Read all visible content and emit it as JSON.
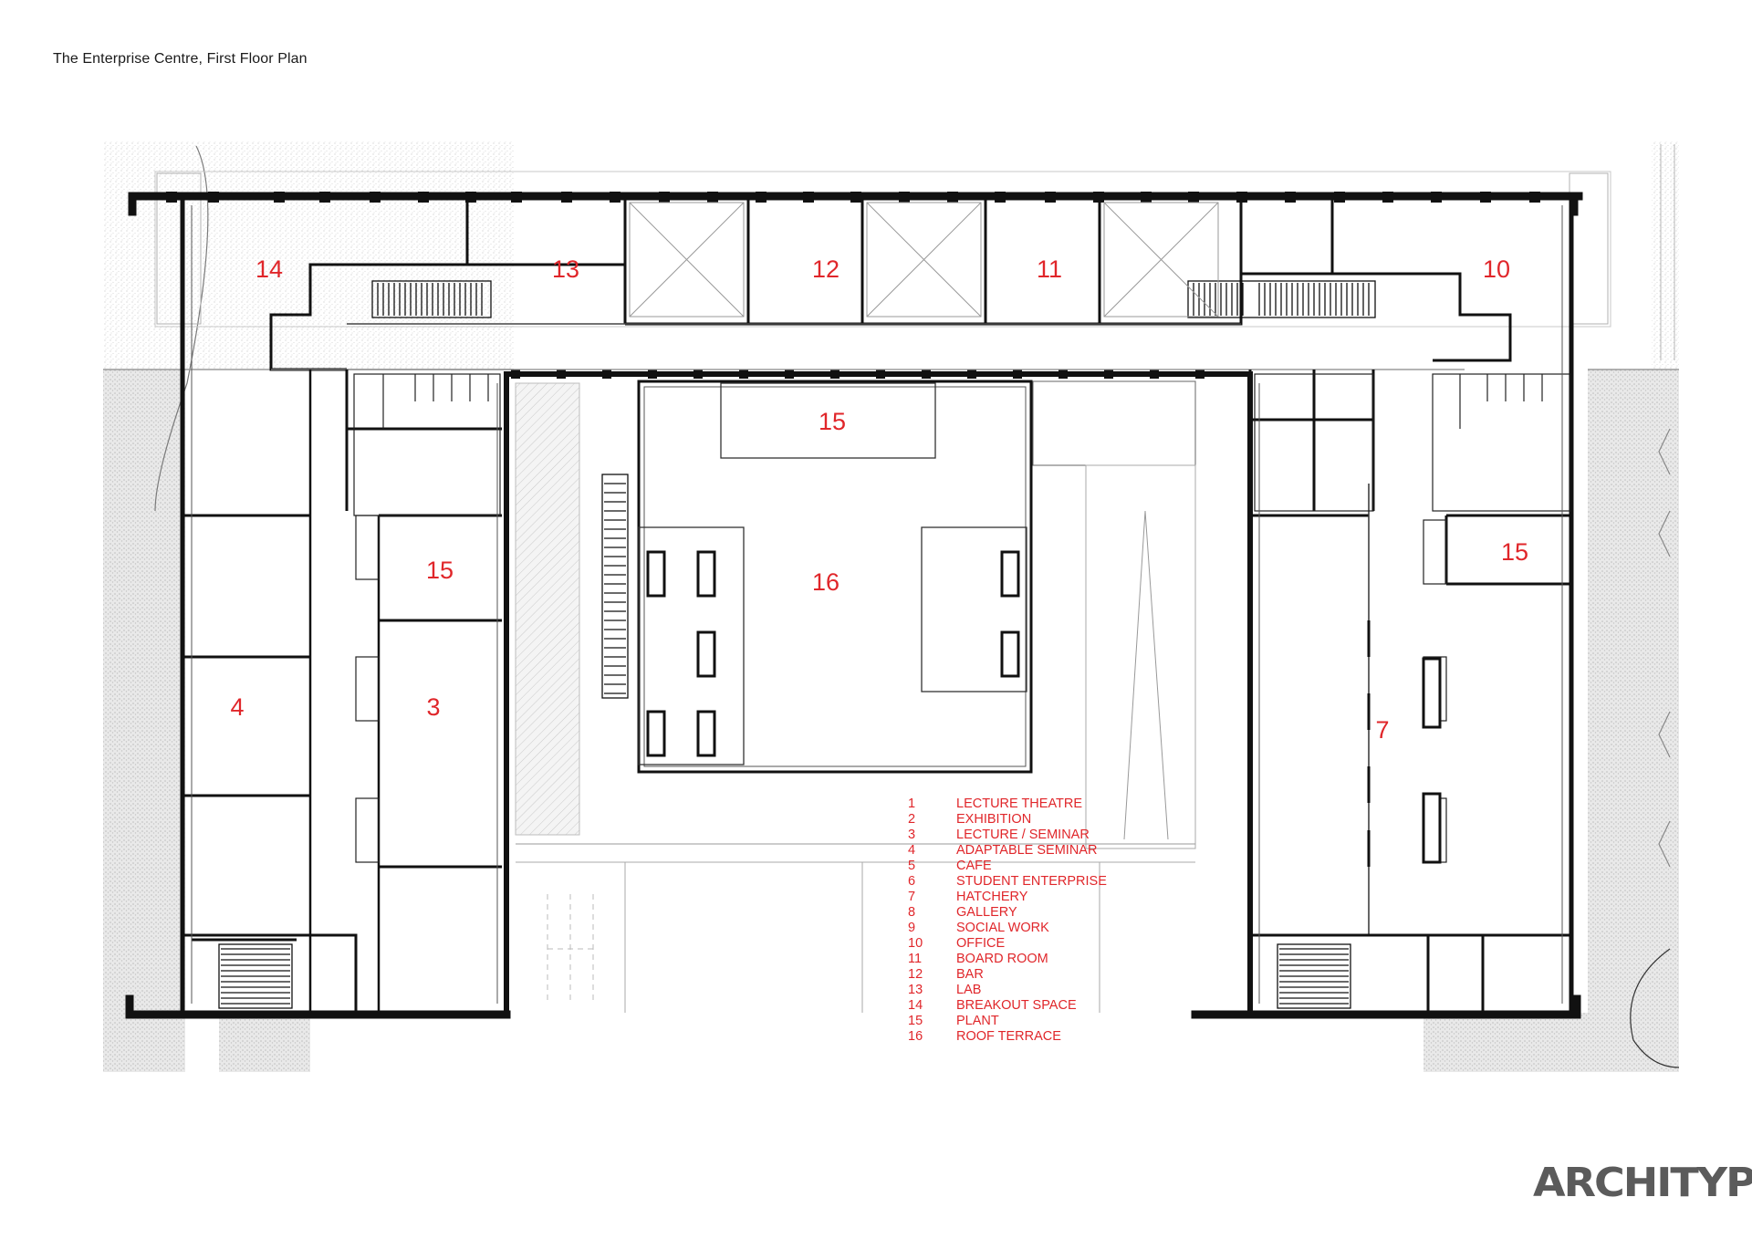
{
  "page": {
    "title": "The Enterprise Centre, First Floor Plan",
    "logo_text": "ARCHITYPE"
  },
  "colors": {
    "room_label": "#e0262a",
    "wall": "#111111",
    "hatch": "#dcdcdc",
    "thin_line": "#8a8a8a"
  },
  "room_labels": [
    {
      "id": "14",
      "text": "14"
    },
    {
      "id": "13",
      "text": "13"
    },
    {
      "id": "12",
      "text": "12"
    },
    {
      "id": "11",
      "text": "11"
    },
    {
      "id": "10",
      "text": "10"
    },
    {
      "id": "15-center",
      "text": "15"
    },
    {
      "id": "16",
      "text": "16"
    },
    {
      "id": "15-left",
      "text": "15"
    },
    {
      "id": "15-right",
      "text": "15"
    },
    {
      "id": "4",
      "text": "4"
    },
    {
      "id": "3",
      "text": "3"
    },
    {
      "id": "7",
      "text": "7"
    }
  ],
  "legend": [
    {
      "num": "1",
      "label": "LECTURE THEATRE"
    },
    {
      "num": "2",
      "label": "EXHIBITION"
    },
    {
      "num": "3",
      "label": "LECTURE / SEMINAR"
    },
    {
      "num": "4",
      "label": "ADAPTABLE SEMINAR"
    },
    {
      "num": "5",
      "label": "CAFE"
    },
    {
      "num": "6",
      "label": "STUDENT ENTERPRISE"
    },
    {
      "num": "7",
      "label": "HATCHERY"
    },
    {
      "num": "8",
      "label": "GALLERY"
    },
    {
      "num": "9",
      "label": "SOCIAL WORK"
    },
    {
      "num": "10",
      "label": "OFFICE"
    },
    {
      "num": "11",
      "label": "BOARD ROOM"
    },
    {
      "num": "12",
      "label": "BAR"
    },
    {
      "num": "13",
      "label": "LAB"
    },
    {
      "num": "14",
      "label": "BREAKOUT SPACE"
    },
    {
      "num": "15",
      "label": "PLANT"
    },
    {
      "num": "16",
      "label": "ROOF TERRACE"
    }
  ]
}
